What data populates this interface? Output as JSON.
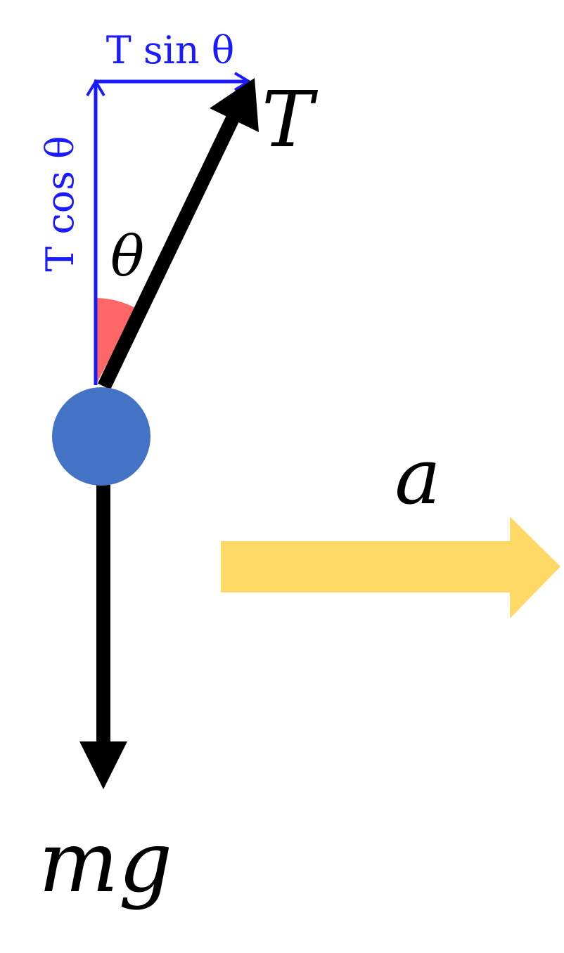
{
  "labels": {
    "tension": "T",
    "angle": "θ",
    "horizontal_component": "T sin θ",
    "vertical_component": "T cos θ",
    "acceleration": "a",
    "weight": "mg"
  },
  "colors": {
    "force_arrow": "#000000",
    "components": "#1a1aff",
    "mass": "#4472c4",
    "angle_wedge": "#ff6666",
    "acceleration_arrow": "#ffd966"
  }
}
